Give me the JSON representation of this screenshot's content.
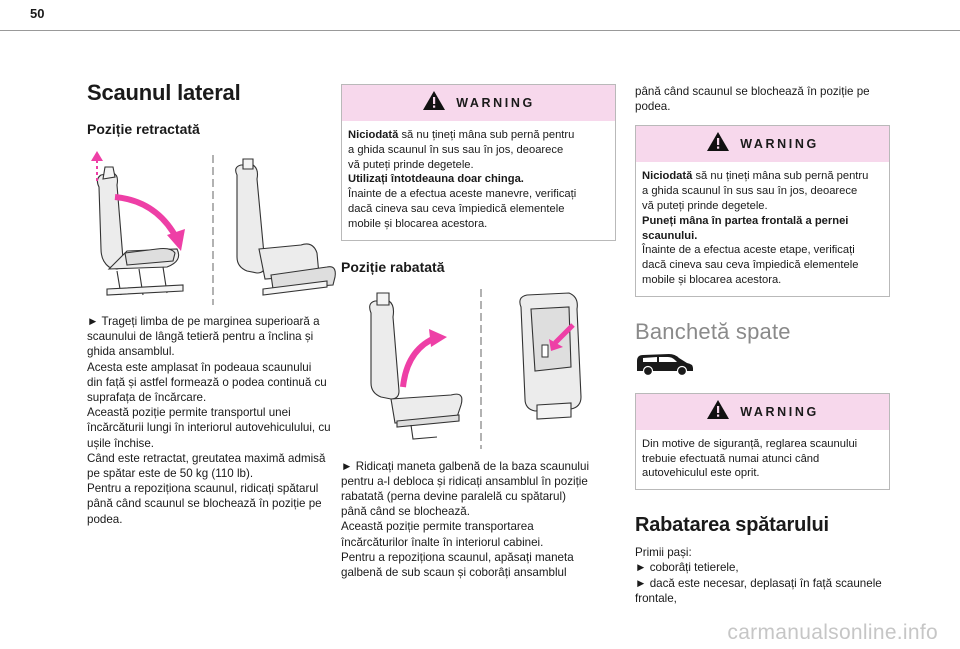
{
  "page_number": "50",
  "col1": {
    "title": "Scaunul lateral",
    "subtitle": "Poziție retractată",
    "text": "► Trageți limba de pe marginea superioară a\nscaunului de lângă tetieră pentru a înclina și\nghida ansamblul.\nAcesta este amplasat în podeaua scaunului\ndin față și astfel formează o podea continuă cu\nsuprafața de încărcare.\nAceastă poziție permite transportul unei\nîncărcăturii lungi în interiorul autovehiculului, cu\nușile închise.\nCând este retractat, greutatea maximă admisă\npe spătar este de 50 kg (110 lb).\nPentru a repoziționa scaunul, ridicați spătarul\npână când scaunul se blochează în poziție pe\npodea."
  },
  "col2": {
    "warning": {
      "title": "WARNING",
      "lines": [
        {
          "bold": "Niciodată",
          "text": " să nu țineți mâna sub pernă pentru"
        },
        {
          "text": "a ghida scaunul în sus sau în jos, deoarece"
        },
        {
          "text": "vă puteți prinde degetele."
        },
        {
          "bold": "Utilizați întotdeauna doar chinga."
        },
        {
          "text": "Înainte de a efectua aceste manevre, verificați"
        },
        {
          "text": "dacă cineva sau ceva împiedică elementele"
        },
        {
          "text": "mobile și blocarea acestora."
        }
      ]
    },
    "subtitle": "Poziție rabatată",
    "text": "► Ridicați maneta galbenă de la baza scaunului\npentru a-l debloca și ridicați ansamblul în poziție\nrabatată (perna devine paralelă cu spătarul)\npână când se blochează.\nAceastă poziție permite transportarea\nîncărcăturilor înalte în interiorul cabinei.\nPentru a repoziționa scaunul, apăsați maneta\ngalbenă de sub scaun și coborâți ansamblul"
  },
  "col3": {
    "text_top": "până când scaunul se blochează în poziție pe\npodea.",
    "warning1": {
      "title": "WARNING",
      "lines": [
        {
          "bold": "Niciodată",
          "text": " să nu țineți mâna sub pernă pentru"
        },
        {
          "text": "a ghida scaunul în sus sau în jos, deoarece"
        },
        {
          "text": "vă puteți prinde degetele."
        },
        {
          "bold": "Puneți mâna în partea frontală a pernei"
        },
        {
          "bold": "scaunului."
        },
        {
          "text": "Înainte de a efectua aceste etape, verificați"
        },
        {
          "text": "dacă cineva sau ceva împiedică elementele"
        },
        {
          "text": "mobile și blocarea acestora."
        }
      ]
    },
    "section_title": "Banchetă spate",
    "warning2": {
      "title": "WARNING",
      "lines": [
        {
          "text": "Din motive de siguranță, reglarea scaunului"
        },
        {
          "text": "trebuie efectuată numai atunci când"
        },
        {
          "text": "autovehiculul este oprit."
        }
      ]
    },
    "title2": "Rabatarea spătarului",
    "text_bottom": "Primii pași:\n► coborâți tetierele,\n► dacă este necesar, deplasați în față scaunele\nfrontale,"
  },
  "watermark": "carmanualsonline.info",
  "colors": {
    "warning_bg": "#f7d8ec",
    "arrow": "#ee3fa6",
    "warning_icon": "#111111"
  }
}
